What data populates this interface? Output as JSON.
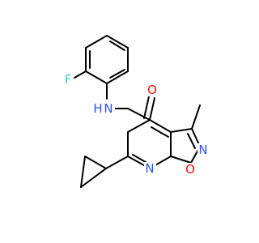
{
  "structure": {
    "atoms": [
      {
        "label": "F",
        "color": "#33cccc"
      },
      {
        "label": "N",
        "color": "#3050f8"
      },
      {
        "label": "H",
        "color": "#3050f8"
      },
      {
        "label": "O",
        "color": "#ff0d0d"
      },
      {
        "label": "N",
        "color": "#3050f8"
      },
      {
        "label": "N",
        "color": "#3050f8"
      },
      {
        "label": "O",
        "color": "#ff0d0d"
      }
    ]
  }
}
